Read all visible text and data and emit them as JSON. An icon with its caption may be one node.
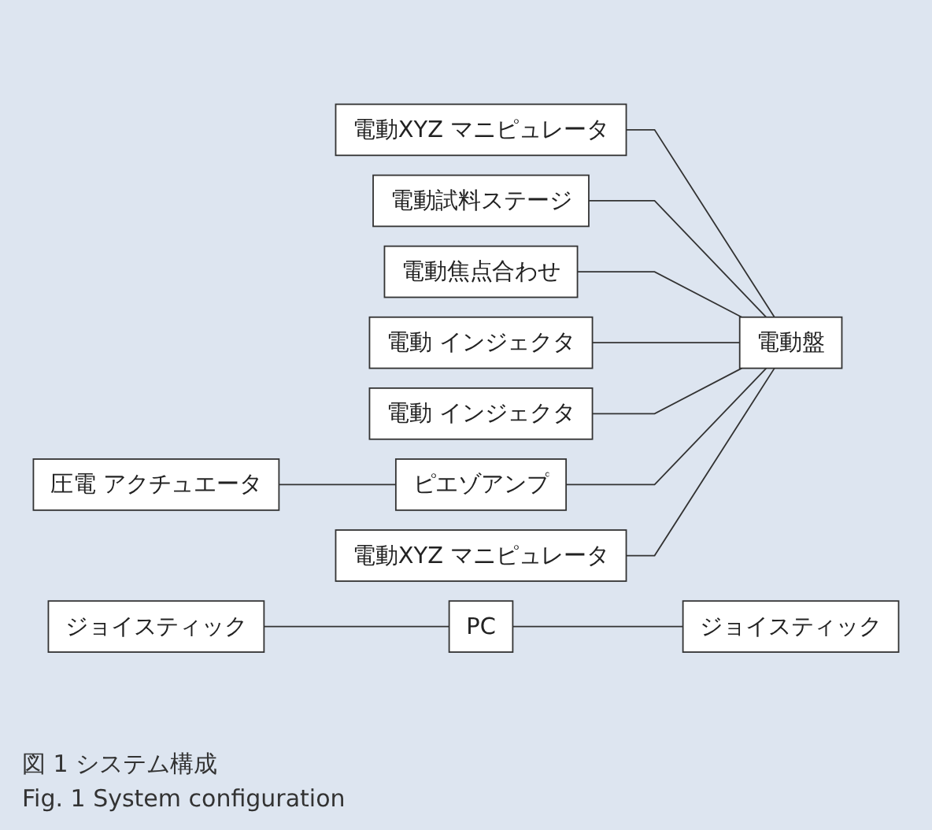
{
  "diagram": {
    "caption": "図 1 システム構成",
    "nodes": [
      {
        "text": [
          "電動XYZ マニピュレータ"
        ]
      },
      {
        "text": [
          "電動XYZ マニピュレータ"
        ]
      },
      {
        "text": [
          "電動試料ステージ"
        ]
      },
      {
        "text": [
          "電動焦点合わせ"
        ]
      },
      {
        "text": [
          "圧電 アクチュエータ"
        ]
      },
      {
        "text": [
          "電動 インジェクタ"
        ]
      },
      {
        "text": [
          "電動 インジェクタ"
        ]
      },
      {
        "text": [
          "ピエゾアンプ"
        ]
      },
      {
        "text": [
          "電動盤"
        ]
      },
      {
        "text": [
          "ジョイスティック"
        ]
      },
      {
        "text": [
          "PC"
        ]
      },
      {
        "text": [
          "ジョイスティック"
        ]
      }
    ],
    "edges": [
      {
        "from": 0,
        "to": 8,
        "arrow": "none"
      },
      {
        "from": 2,
        "to": 8,
        "arrow": "none"
      },
      {
        "from": 3,
        "to": 8,
        "arrow": "none"
      },
      {
        "from": 5,
        "to": 8,
        "arrow": "none"
      },
      {
        "from": 6,
        "to": 8,
        "arrow": "none"
      },
      {
        "from": 4,
        "to": 7,
        "arrow": "none"
      },
      {
        "from": 7,
        "to": 8,
        "arrow": "none"
      },
      {
        "from": 1,
        "to": 8,
        "arrow": "none"
      },
      {
        "from": 9,
        "to": 10,
        "arrow": "none"
      },
      {
        "from": 10,
        "to": 11,
        "arrow": "none"
      }
    ],
    "labels": [
      "Fig. 1 System configuration"
    ]
  }
}
